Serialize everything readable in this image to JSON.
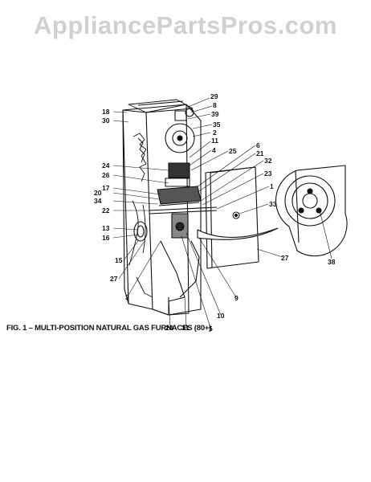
{
  "watermark": "AppliancePartsPros.com",
  "caption": "FIG. 1 – MULTI-POSITION NATURAL GAS FURNACES (80+)",
  "callouts": [
    "29",
    "8",
    "39",
    "35",
    "2",
    "11",
    "4",
    "25",
    "6",
    "21",
    "32",
    "23",
    "1",
    "33",
    "18",
    "30",
    "24",
    "26",
    "17",
    "20",
    "34",
    "22",
    "13",
    "16",
    "15",
    "27",
    "3",
    "28",
    "31",
    "5",
    "10",
    "9",
    "27",
    "38"
  ],
  "colors": {
    "ink": "#111111",
    "watermark": "#d0d0d0",
    "background": "#ffffff"
  }
}
